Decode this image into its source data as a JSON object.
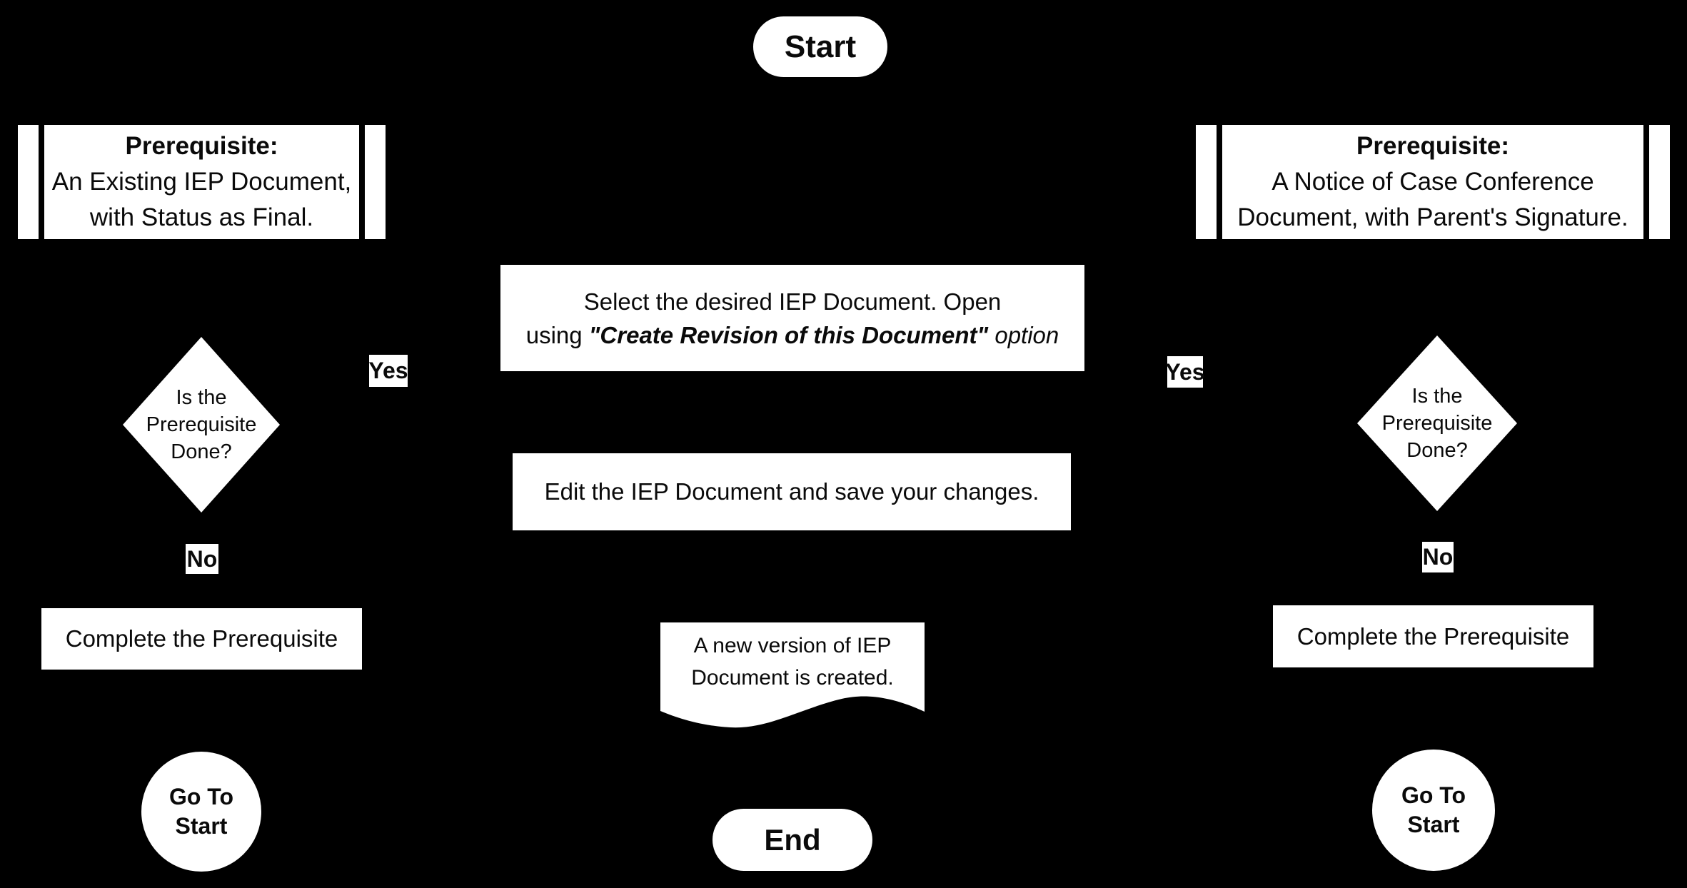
{
  "diagram": {
    "background": "#000000",
    "node_fill": "#ffffff",
    "text_color": "#0a0a0a"
  },
  "nodes": {
    "start": {
      "label": "Start"
    },
    "prereq_left": {
      "title": "Prerequisite:",
      "line1": "An Existing IEP Document,",
      "line2": "with Status as Final."
    },
    "prereq_right": {
      "title": "Prerequisite:",
      "line1": "A Notice of Case Conference",
      "line2": "Document, with Parent's Signature."
    },
    "select_step": {
      "line1": "Select the desired IEP Document. Open",
      "line2_prefix": "using ",
      "line2_emphasis": "\"Create Revision of this Document\"",
      "line2_suffix": " option"
    },
    "decision_left": {
      "line1": "Is the",
      "line2": "Prerequisite",
      "line3": "Done?"
    },
    "decision_right": {
      "line1": "Is the",
      "line2": "Prerequisite",
      "line3": "Done?"
    },
    "edit_step": {
      "label": "Edit the IEP Document and save your changes."
    },
    "document_result": {
      "line1": "A new version of IEP",
      "line2": "Document is created."
    },
    "complete_left": {
      "label": "Complete the Prerequisite"
    },
    "complete_right": {
      "label": "Complete the Prerequisite"
    },
    "goto_left": {
      "line1": "Go To",
      "line2": "Start"
    },
    "goto_right": {
      "line1": "Go To",
      "line2": "Start"
    },
    "end": {
      "label": "End"
    }
  },
  "edge_labels": {
    "yes_left": "Yes",
    "yes_right": "Yes",
    "no_left": "No",
    "no_right": "No"
  }
}
